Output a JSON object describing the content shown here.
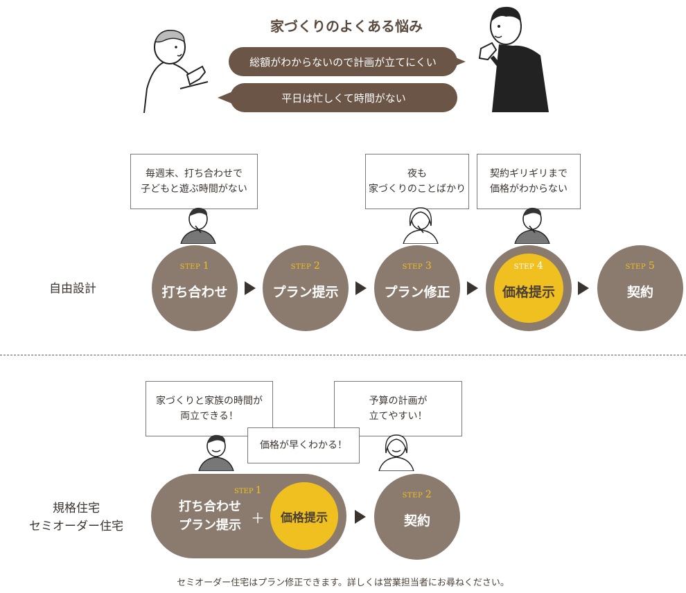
{
  "header": {
    "title": "家づくりのよくある悩み",
    "bubble1": "総額がわからないので計画が立てにくい",
    "bubble2": "平日は忙しくて時間がない"
  },
  "free_design": {
    "label": "自由設計",
    "steps": [
      {
        "step_word": "STEP",
        "num": "1",
        "label": "打ち合わせ"
      },
      {
        "step_word": "STEP",
        "num": "2",
        "label": "プラン提示"
      },
      {
        "step_word": "STEP",
        "num": "3",
        "label": "プラン修正"
      },
      {
        "step_word": "STEP",
        "num": "4",
        "label": "価格提示"
      },
      {
        "step_word": "STEP",
        "num": "5",
        "label": "契約"
      }
    ],
    "notes": [
      {
        "line1": "毎週末、打ち合わせで",
        "line2": "子どもと遊ぶ時間がない"
      },
      {
        "line1": "夜も",
        "line2": "家づくりのことばかり"
      },
      {
        "line1": "契約ギリギリまで",
        "line2": "価格がわからない"
      }
    ]
  },
  "standard": {
    "label_line1": "規格住宅",
    "label_line2": "セミオーダー住宅",
    "step1": {
      "step_word": "STEP",
      "num": "1",
      "line1": "打ち合わせ",
      "line2": "プラン提示",
      "plus": "＋",
      "price": "価格提示"
    },
    "step2": {
      "step_word": "STEP",
      "num": "2",
      "label": "契約"
    },
    "notes": [
      {
        "line1": "家づくりと家族の時間が",
        "line2": "両立できる！"
      },
      {
        "line1": "価格が早くわかる！"
      },
      {
        "line1": "予算の計画が",
        "line2": "立てやすい！"
      }
    ]
  },
  "footer": "セミオーダー住宅はプラン修正できます。詳しくは営業担当者にお尋ねください。",
  "colors": {
    "circle": "#8a7b6e",
    "highlight": "#f0c020",
    "bubble": "#6b5547"
  }
}
